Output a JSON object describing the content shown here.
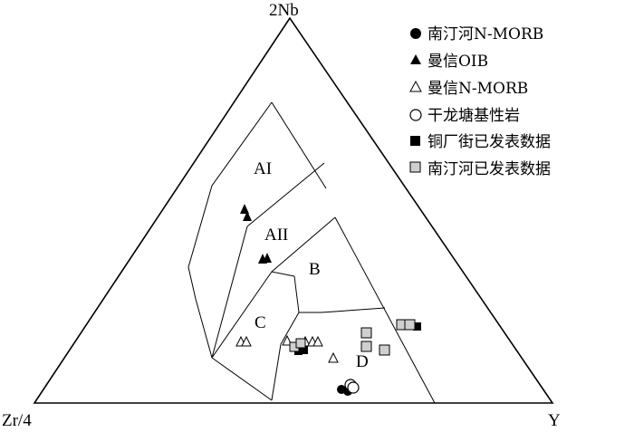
{
  "diagram": {
    "apex_labels": {
      "top": "2Nb",
      "left": "Zr/4",
      "right": "Y"
    },
    "field_labels": {
      "AI": "AI",
      "AII": "AII",
      "B": "B",
      "C": "C",
      "D": "D"
    }
  },
  "legend": [
    {
      "label": "南汀河N-MORB",
      "marker": "filled-circle"
    },
    {
      "label": "曼信OIB",
      "marker": "filled-triangle"
    },
    {
      "label": "曼信N-MORB",
      "marker": "open-triangle"
    },
    {
      "label": "干龙塘基性岩",
      "marker": "open-circle"
    },
    {
      "label": "铜厂街已发表数据",
      "marker": "filled-square"
    },
    {
      "label": "南汀河已发表数据",
      "marker": "gray-square"
    }
  ],
  "colors": {
    "line": "#000000",
    "gray_square": "#cfcfcf",
    "background": "#ffffff"
  }
}
